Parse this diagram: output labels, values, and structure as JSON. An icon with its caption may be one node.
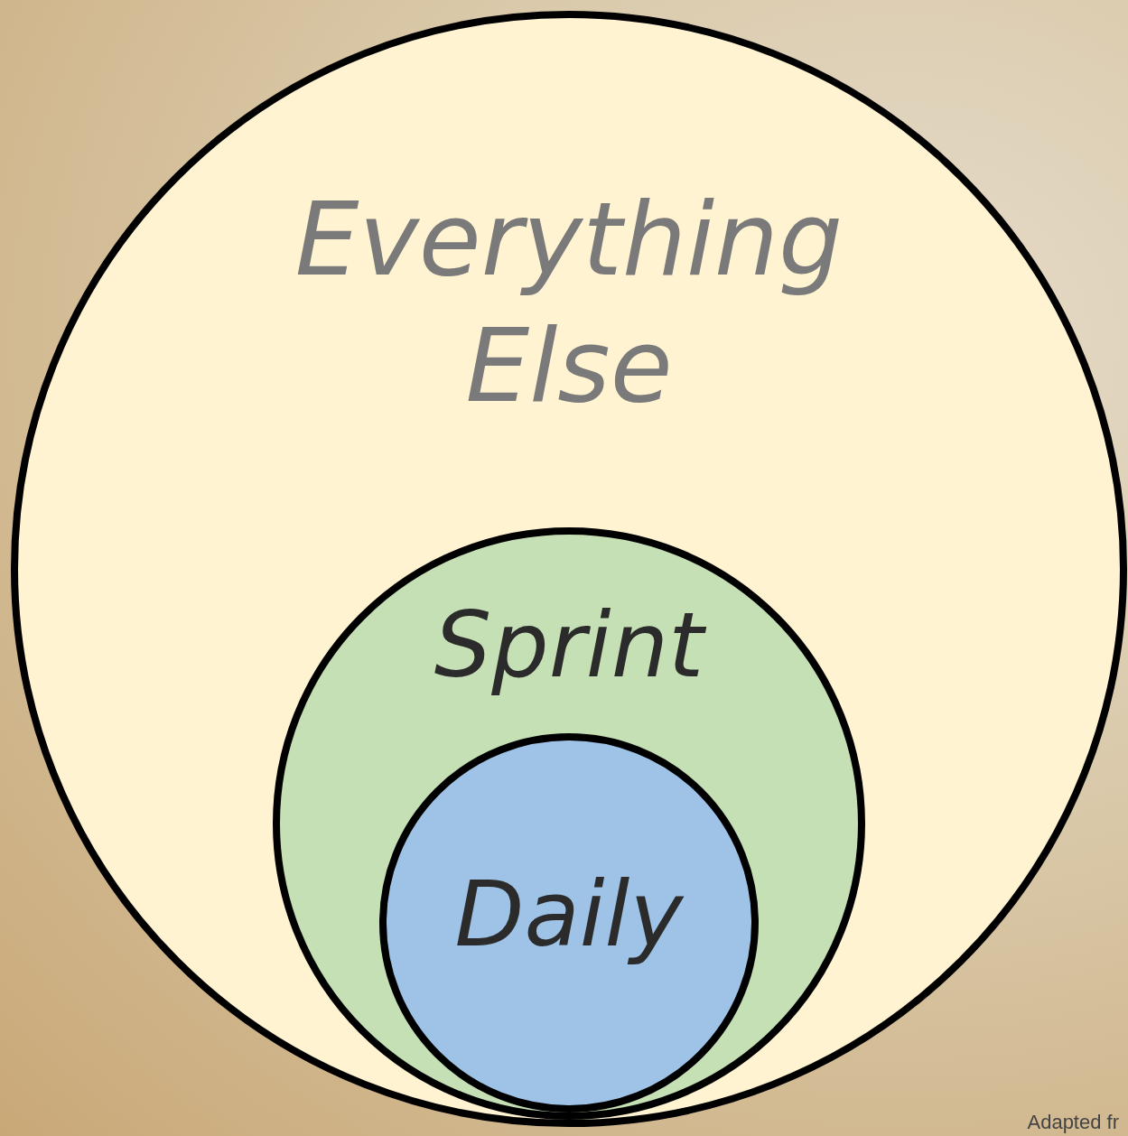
{
  "diagram": {
    "nodes": [
      {
        "text": [
          "Everything Else"
        ]
      },
      {
        "text": [
          "Sprint"
        ],
        "in": 0
      },
      {
        "text": [
          "Daily"
        ],
        "in": 1
      }
    ],
    "labels": [
      "Adapted fr"
    ]
  }
}
